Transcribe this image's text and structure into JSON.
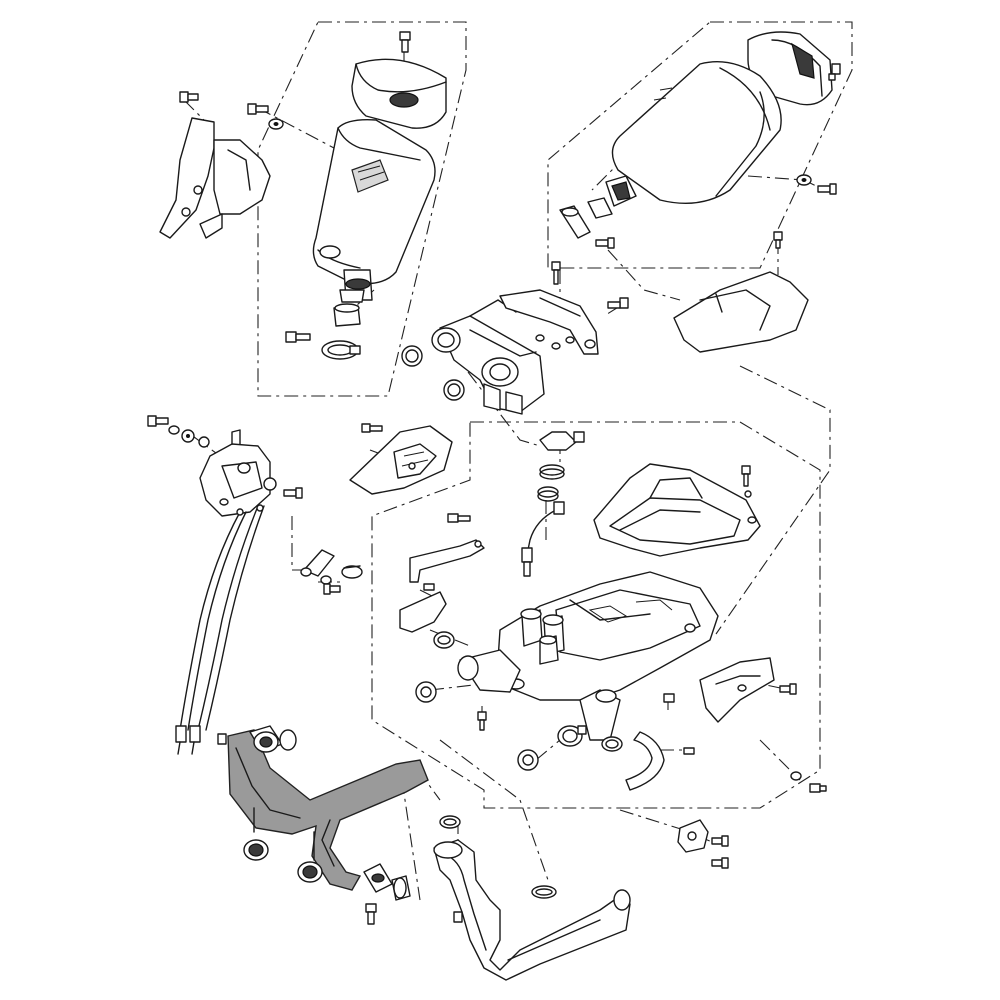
{
  "diagram": {
    "type": "exploded-parts-view",
    "highlight_color": "#9a9a9a",
    "line_color": "#1a1a1a",
    "background": "#ffffff",
    "groups": [
      "left-muffler-assembly",
      "right-muffler-assembly",
      "valve-assembly",
      "servo-and-cables",
      "under-engine-muffler",
      "front-exhaust-pipe",
      "rear-exhaust-pipe"
    ]
  }
}
